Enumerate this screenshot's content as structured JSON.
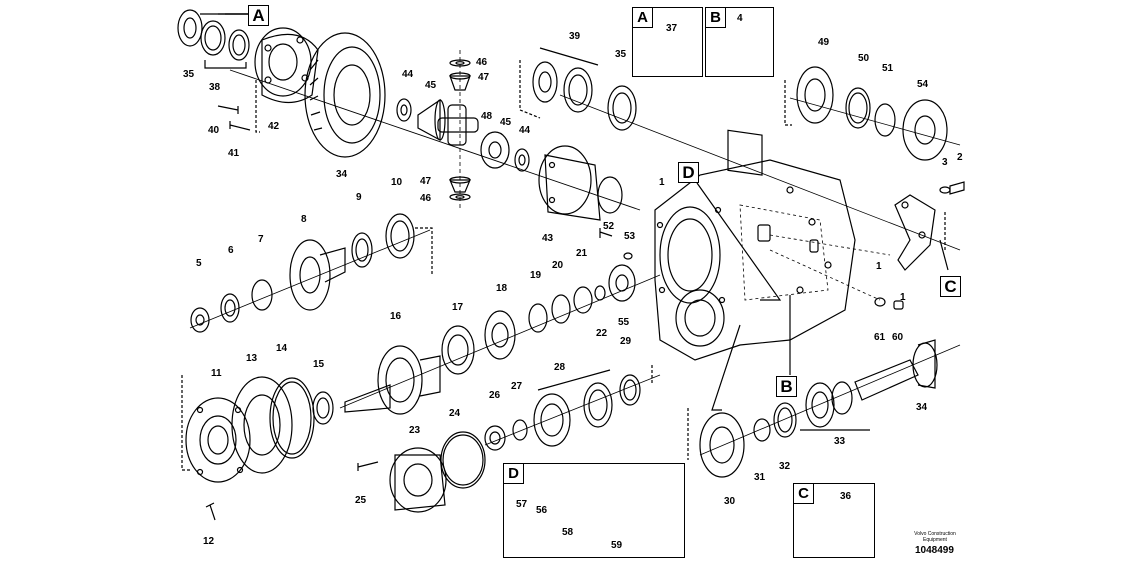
{
  "callouts": {
    "c1": "1",
    "c2": "2",
    "c3": "3",
    "c5": "5",
    "c6": "6",
    "c7": "7",
    "c8": "8",
    "c9": "9",
    "c10": "10",
    "c11": "11",
    "c12": "12",
    "c13": "13",
    "c14": "14",
    "c15": "15",
    "c16": "16",
    "c17": "17",
    "c18": "18",
    "c19": "19",
    "c20": "20",
    "c21": "21",
    "c22": "22",
    "c23": "23",
    "c24": "24",
    "c25": "25",
    "c26": "26",
    "c27": "27",
    "c28": "28",
    "c29": "29",
    "c30": "30",
    "c31": "31",
    "c32": "32",
    "c33": "33",
    "c34": "34",
    "c34b": "34",
    "c35": "35",
    "c35b": "35",
    "c38": "38",
    "c39": "39",
    "c40": "40",
    "c41": "41",
    "c42": "42",
    "c43": "43",
    "c44": "44",
    "c44b": "44",
    "c45": "45",
    "c45b": "45",
    "c46": "46",
    "c46b": "46",
    "c47": "47",
    "c47b": "47",
    "c48": "48",
    "c49": "49",
    "c50": "50",
    "c51": "51",
    "c53": "53",
    "c54": "54",
    "c55": "55",
    "c60": "60",
    "c61": "61",
    "c1b": "1",
    "c1c": "1",
    "c52": "52"
  },
  "letters": {
    "refA": "A",
    "refD": "D",
    "refC": "C",
    "refB": "B"
  },
  "insets": {
    "A": {
      "tag": "A",
      "part": "37"
    },
    "B": {
      "tag": "B",
      "part": "4"
    },
    "C": {
      "tag": "C",
      "part": "36"
    },
    "D": {
      "tag": "D",
      "parts": [
        "57",
        "56",
        "58",
        "59"
      ]
    }
  },
  "footer": {
    "brand_line1": "Volvo Construction",
    "brand_line2": "Equipment",
    "drawing_number": "1048499"
  }
}
